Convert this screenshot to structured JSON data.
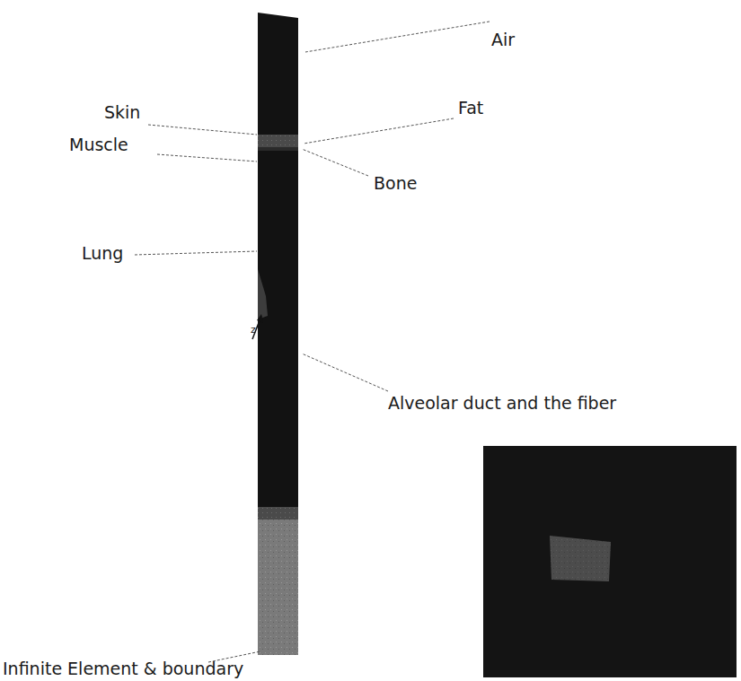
{
  "diagram": {
    "labels": [
      "Air",
      "Skin",
      "Fat",
      "Muscle",
      "Bone",
      "Lung",
      "z",
      "Alveolar duct and the fiber",
      "Infinite Element & boundary"
    ]
  }
}
